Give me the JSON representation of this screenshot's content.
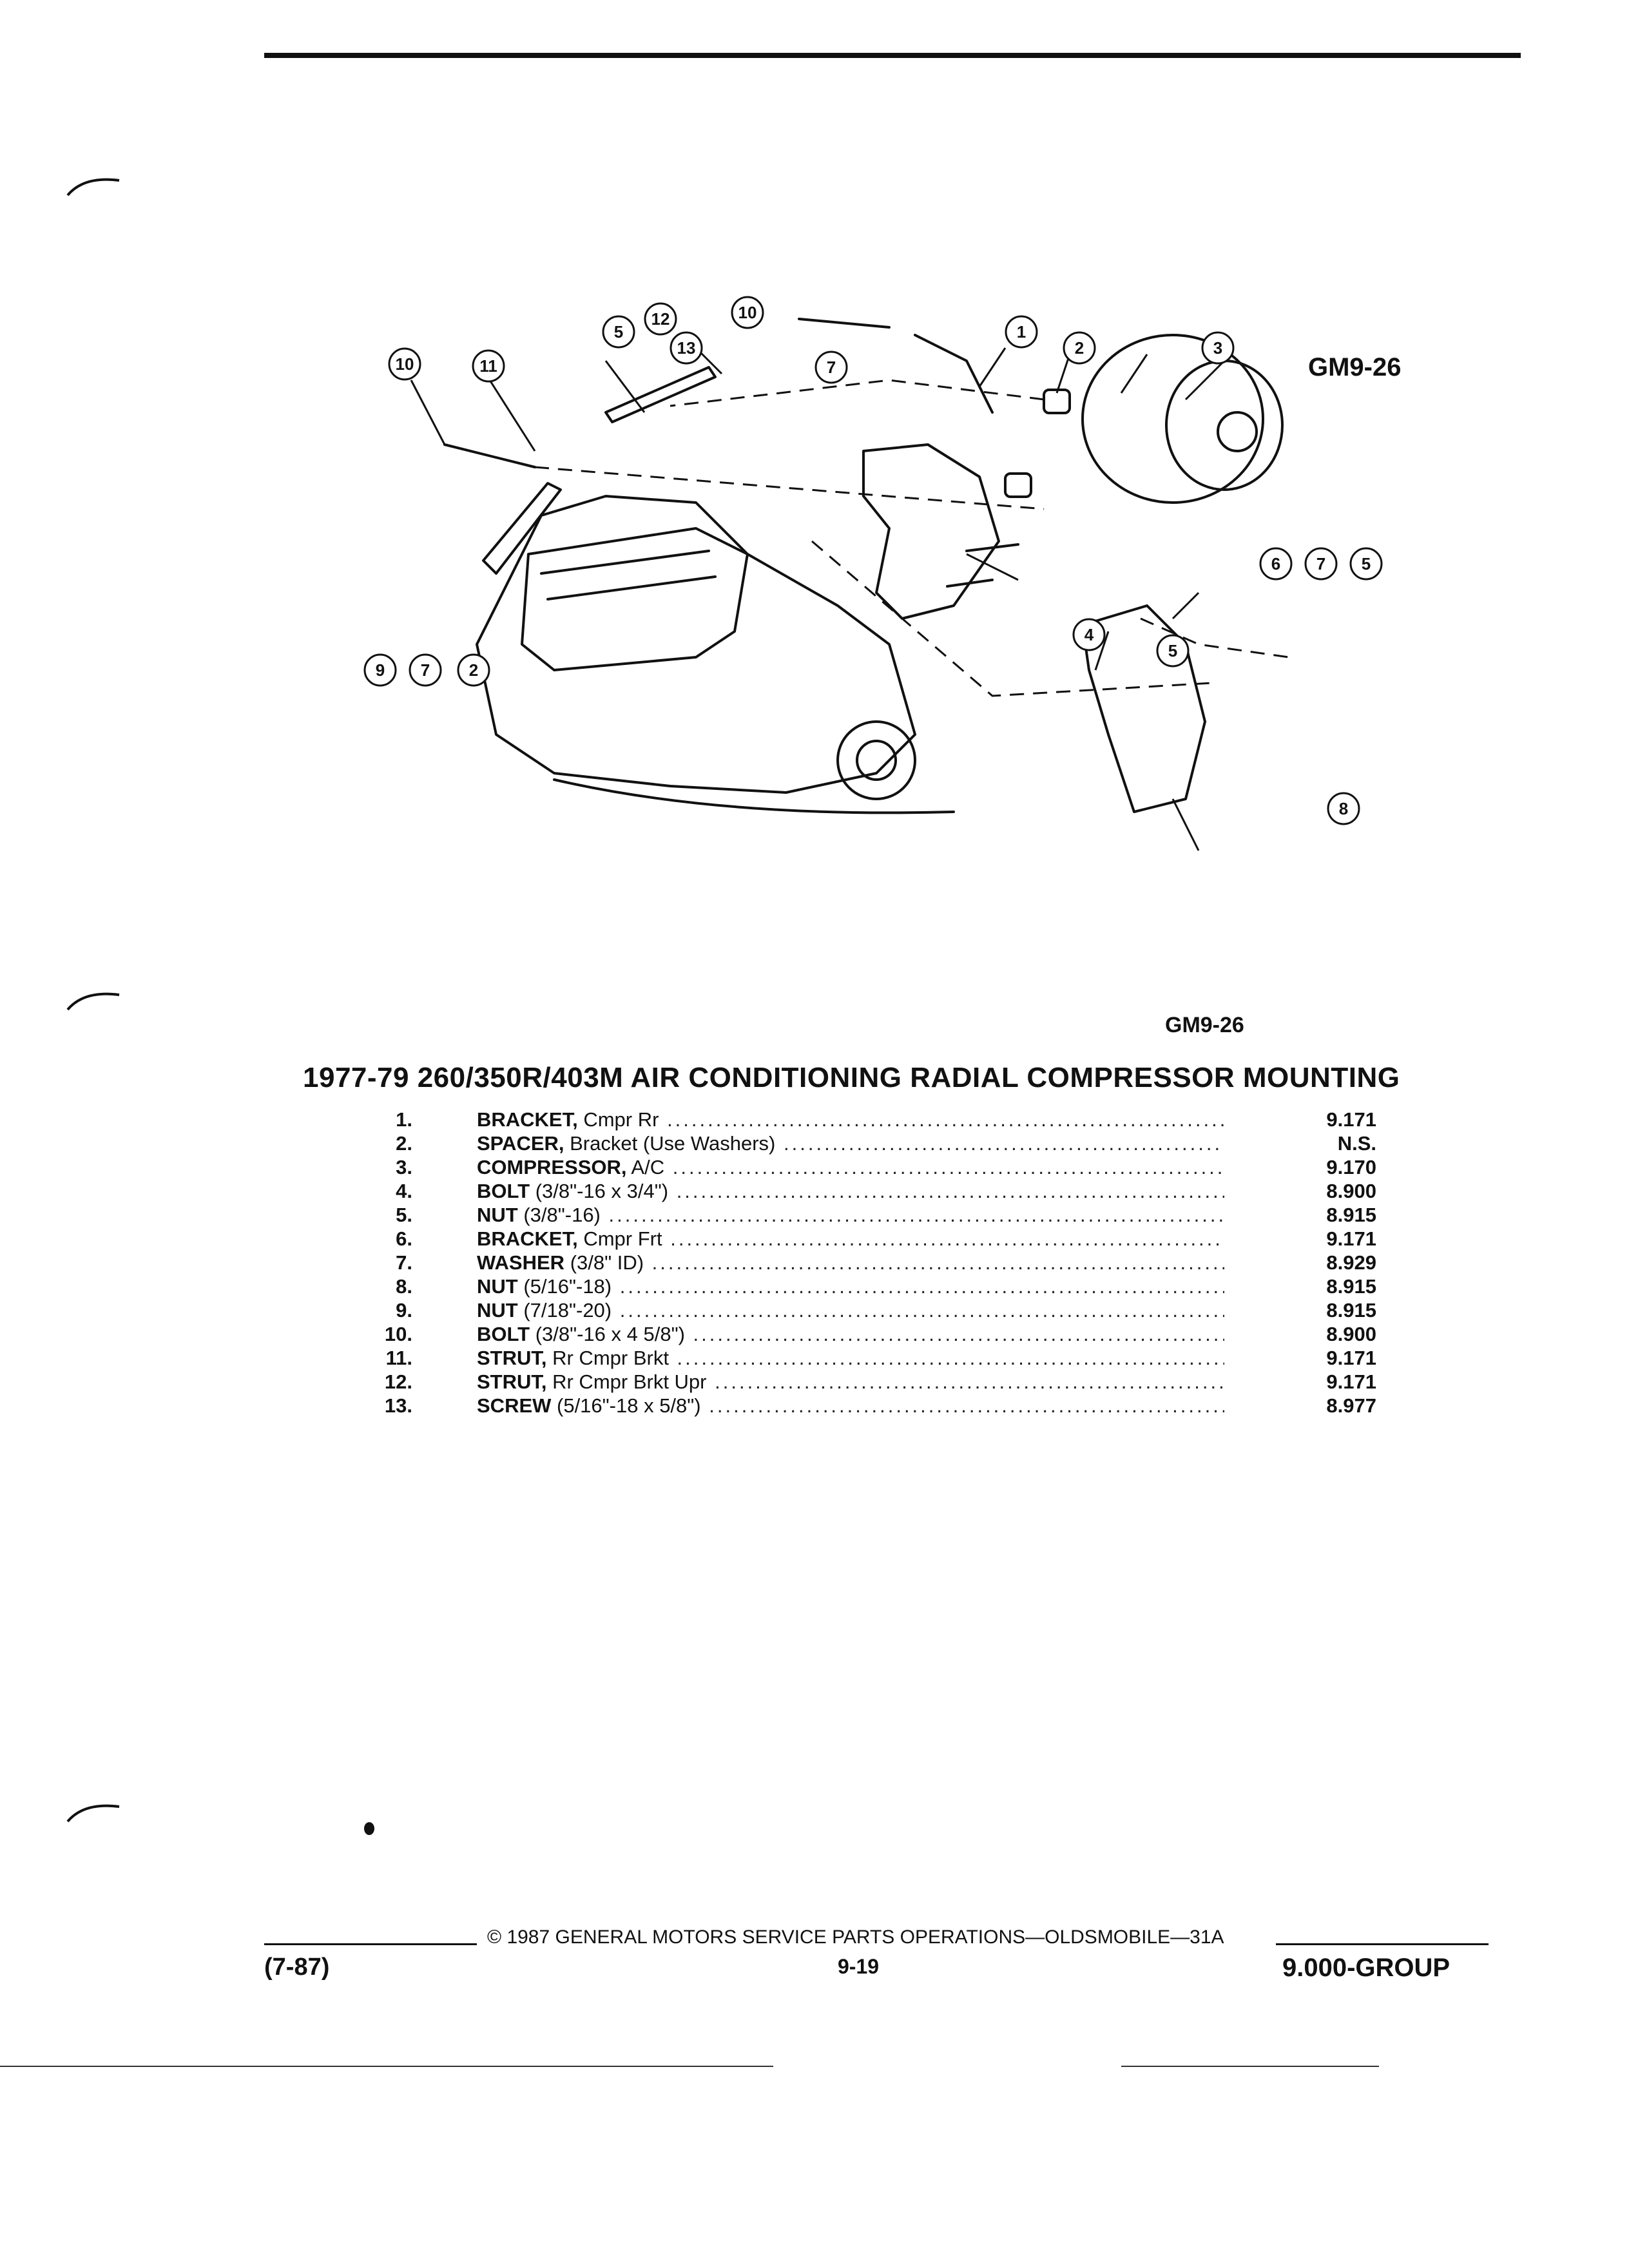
{
  "diagram": {
    "figure_code": "GM9-26",
    "callouts": [
      "10",
      "11",
      "5",
      "12",
      "13",
      "10",
      "7",
      "1",
      "2",
      "3",
      "9",
      "7",
      "2",
      "4",
      "5",
      "6",
      "7",
      "5",
      "8"
    ]
  },
  "figure_code": "GM9-26",
  "title": "1977-79 260/350R/403M AIR CONDITIONING RADIAL COMPRESSOR MOUNTING",
  "parts": [
    {
      "num": "1.",
      "name": "BRACKET,",
      "detail": " Cmpr Rr",
      "code": "9.171"
    },
    {
      "num": "2.",
      "name": "SPACER,",
      "detail": " Bracket (Use Washers)",
      "code": "N.S."
    },
    {
      "num": "3.",
      "name": "COMPRESSOR,",
      "detail": " A/C",
      "code": "9.170"
    },
    {
      "num": "4.",
      "name": "BOLT",
      "detail": " (3/8\"-16 x 3/4\")",
      "code": "8.900"
    },
    {
      "num": "5.",
      "name": "NUT",
      "detail": " (3/8\"-16)",
      "code": "8.915"
    },
    {
      "num": "6.",
      "name": "BRACKET,",
      "detail": " Cmpr Frt",
      "code": "9.171"
    },
    {
      "num": "7.",
      "name": "WASHER",
      "detail": " (3/8\" ID)",
      "code": "8.929"
    },
    {
      "num": "8.",
      "name": "NUT",
      "detail": " (5/16\"-18)",
      "code": "8.915"
    },
    {
      "num": "9.",
      "name": "NUT",
      "detail": " (7/18\"-20)",
      "code": "8.915"
    },
    {
      "num": "10.",
      "name": "BOLT",
      "detail": " (3/8\"-16 x 4 5/8\")",
      "code": "8.900"
    },
    {
      "num": "11.",
      "name": "STRUT,",
      "detail": " Rr Cmpr Brkt",
      "code": "9.171"
    },
    {
      "num": "12.",
      "name": "STRUT,",
      "detail": " Rr Cmpr Brkt Upr",
      "code": "9.171"
    },
    {
      "num": "13.",
      "name": "SCREW",
      "detail": " (5/16\"-18 x 5/8\")",
      "code": "8.977"
    }
  ],
  "footer": {
    "copyright": "© 1987 GENERAL MOTORS SERVICE PARTS OPERATIONS—OLDSMOBILE—31A",
    "date": "(7-87)",
    "page": "9-19",
    "group": "9.000-GROUP"
  }
}
